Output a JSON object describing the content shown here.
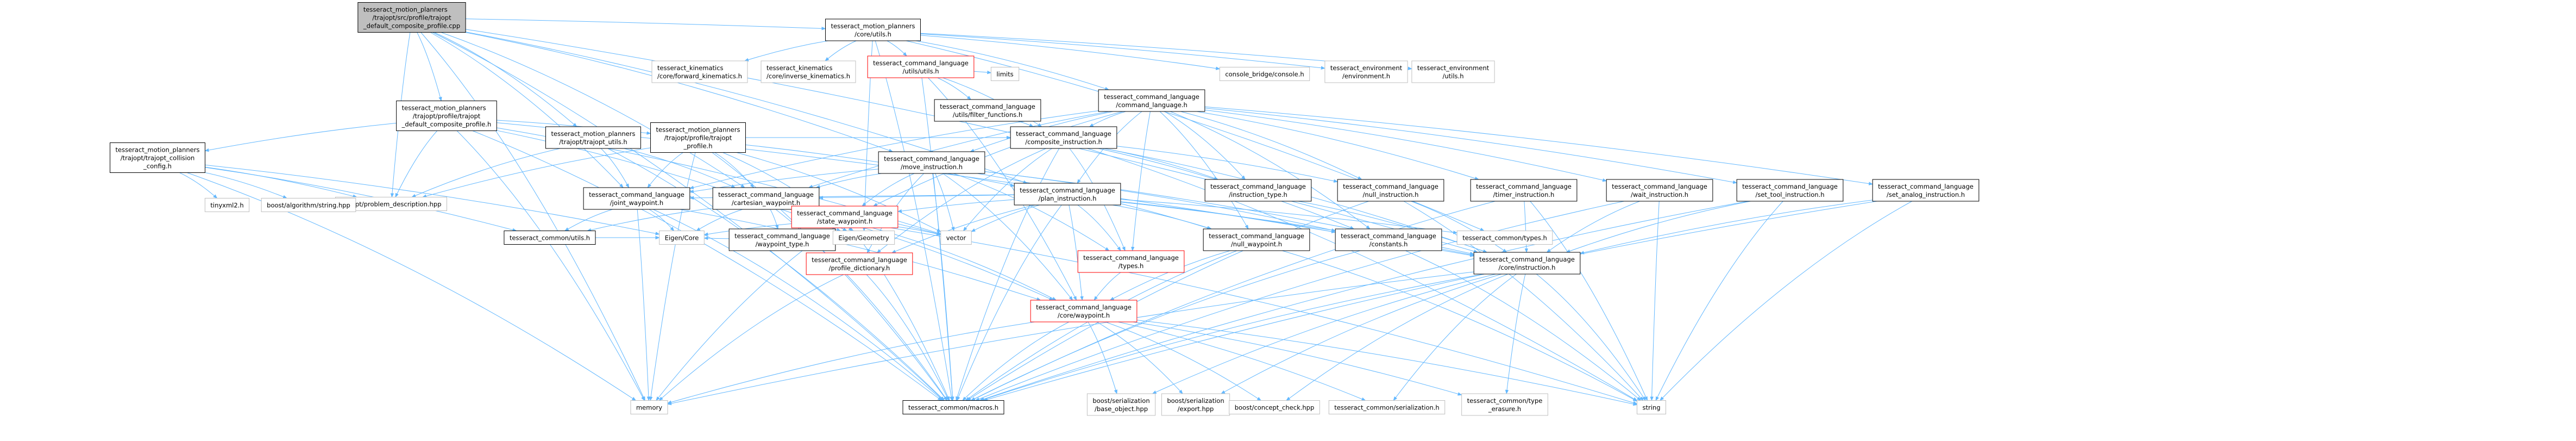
{
  "diagram": {
    "nodes": [
      {
        "id": "root",
        "lines": [
          "tesseract_motion_planners",
          "/trajopt/src/profile/trajopt",
          "_default_composite_profile.cpp"
        ],
        "style": "root"
      },
      {
        "id": "utils",
        "lines": [
          "tesseract_motion_planners",
          "/core/utils.h"
        ],
        "style": "normal"
      },
      {
        "id": "trajopt_def_comp",
        "lines": [
          "tesseract_motion_planners",
          "/trajopt/profile/trajopt",
          "_default_composite_profile.h"
        ],
        "style": "normal"
      },
      {
        "id": "trajopt_utils",
        "lines": [
          "tesseract_motion_planners",
          "/trajopt/trajopt_utils.h"
        ],
        "style": "normal"
      },
      {
        "id": "trajopt_profile",
        "lines": [
          "tesseract_motion_planners",
          "/trajopt/profile/trajopt",
          "_profile.h"
        ],
        "style": "normal"
      },
      {
        "id": "trajopt_collision",
        "lines": [
          "tesseract_motion_planners",
          "/trajopt/trajopt_collision",
          "_config.h"
        ],
        "style": "normal"
      },
      {
        "id": "problem_desc",
        "lines": [
          "trajopt/problem_description.hpp"
        ],
        "style": "gray"
      },
      {
        "id": "tinyxml2",
        "lines": [
          "tinyxml2.h"
        ],
        "style": "gray"
      },
      {
        "id": "boost_string",
        "lines": [
          "boost/algorithm/string.hpp"
        ],
        "style": "gray"
      },
      {
        "id": "fwd_kin",
        "lines": [
          "tesseract_kinematics",
          "/core/forward_kinematics.h"
        ],
        "style": "gray"
      },
      {
        "id": "inv_kin",
        "lines": [
          "tesseract_kinematics",
          "/core/inverse_kinematics.h"
        ],
        "style": "gray"
      },
      {
        "id": "cl_utils",
        "lines": [
          "tesseract_command_language",
          "/utils/utils.h"
        ],
        "style": "red"
      },
      {
        "id": "limits",
        "lines": [
          "limits"
        ],
        "style": "gray"
      },
      {
        "id": "filter_funcs",
        "lines": [
          "tesseract_command_language",
          "/utils/filter_functions.h"
        ],
        "style": "normal"
      },
      {
        "id": "cmd_lang",
        "lines": [
          "tesseract_command_language",
          "/command_language.h"
        ],
        "style": "normal"
      },
      {
        "id": "console",
        "lines": [
          "console_bridge/console.h"
        ],
        "style": "gray"
      },
      {
        "id": "env",
        "lines": [
          "tesseract_environment",
          "/environment.h"
        ],
        "style": "gray"
      },
      {
        "id": "env_utils",
        "lines": [
          "tesseract_environment",
          "/utils.h"
        ],
        "style": "gray"
      },
      {
        "id": "composite",
        "lines": [
          "tesseract_command_language",
          "/composite_instruction.h"
        ],
        "style": "normal"
      },
      {
        "id": "move",
        "lines": [
          "tesseract_command_language",
          "/move_instruction.h"
        ],
        "style": "normal"
      },
      {
        "id": "joint_wp",
        "lines": [
          "tesseract_command_language",
          "/joint_waypoint.h"
        ],
        "style": "normal"
      },
      {
        "id": "cart_wp",
        "lines": [
          "tesseract_command_language",
          "/cartesian_waypoint.h"
        ],
        "style": "normal"
      },
      {
        "id": "state_wp",
        "lines": [
          "tesseract_command_language",
          "/state_waypoint.h"
        ],
        "style": "red"
      },
      {
        "id": "plan",
        "lines": [
          "tesseract_command_language",
          "/plan_instruction.h"
        ],
        "style": "normal"
      },
      {
        "id": "instr_type",
        "lines": [
          "tesseract_command_language",
          "/instruction_type.h"
        ],
        "style": "normal"
      },
      {
        "id": "null_instr",
        "lines": [
          "tesseract_command_language",
          "/null_instruction.h"
        ],
        "style": "normal"
      },
      {
        "id": "timer_instr",
        "lines": [
          "tesseract_command_language",
          "/timer_instruction.h"
        ],
        "style": "normal"
      },
      {
        "id": "wait_instr",
        "lines": [
          "tesseract_command_language",
          "/wait_instruction.h"
        ],
        "style": "normal"
      },
      {
        "id": "set_tool",
        "lines": [
          "tesseract_command_language",
          "/set_tool_instruction.h"
        ],
        "style": "normal"
      },
      {
        "id": "set_analog",
        "lines": [
          "tesseract_command_language",
          "/set_analog_instruction.h"
        ],
        "style": "normal"
      },
      {
        "id": "tc_utils",
        "lines": [
          "tesseract_common/utils.h"
        ],
        "style": "normal"
      },
      {
        "id": "eigen_core",
        "lines": [
          "Eigen/Core"
        ],
        "style": "gray"
      },
      {
        "id": "wp_type",
        "lines": [
          "tesseract_command_language",
          "/waypoint_type.h"
        ],
        "style": "normal"
      },
      {
        "id": "eigen_geom",
        "lines": [
          "Eigen/Geometry"
        ],
        "style": "gray"
      },
      {
        "id": "vector",
        "lines": [
          "vector"
        ],
        "style": "gray"
      },
      {
        "id": "profile_dict",
        "lines": [
          "tesseract_command_language",
          "/profile_dictionary.h"
        ],
        "style": "red"
      },
      {
        "id": "types",
        "lines": [
          "tesseract_command_language",
          "/types.h"
        ],
        "style": "red"
      },
      {
        "id": "null_wp",
        "lines": [
          "tesseract_command_language",
          "/null_waypoint.h"
        ],
        "style": "normal"
      },
      {
        "id": "constants",
        "lines": [
          "tesseract_command_language",
          "/constants.h"
        ],
        "style": "normal"
      },
      {
        "id": "tc_types",
        "lines": [
          "tesseract_common/types.h"
        ],
        "style": "gray"
      },
      {
        "id": "core_instr",
        "lines": [
          "tesseract_command_language",
          "/core/instruction.h"
        ],
        "style": "normal"
      },
      {
        "id": "core_wp",
        "lines": [
          "tesseract_command_language",
          "/core/waypoint.h"
        ],
        "style": "red"
      },
      {
        "id": "memory",
        "lines": [
          "memory"
        ],
        "style": "gray"
      },
      {
        "id": "macros",
        "lines": [
          "tesseract_common/macros.h"
        ],
        "style": "normal"
      },
      {
        "id": "base_object",
        "lines": [
          "boost/serialization",
          "/base_object.hpp"
        ],
        "style": "gray"
      },
      {
        "id": "export",
        "lines": [
          "boost/serialization",
          "/export.hpp"
        ],
        "style": "gray"
      },
      {
        "id": "concept_check",
        "lines": [
          "boost/concept_check.hpp"
        ],
        "style": "gray"
      },
      {
        "id": "tc_serial",
        "lines": [
          "tesseract_common/serialization.h"
        ],
        "style": "gray"
      },
      {
        "id": "tc_typeerasure",
        "lines": [
          "tesseract_common/type",
          "_erasure.h"
        ],
        "style": "gray"
      },
      {
        "id": "string",
        "lines": [
          "string"
        ],
        "style": "gray"
      }
    ],
    "edges": [
      [
        "root",
        "utils"
      ],
      [
        "root",
        "trajopt_def_comp"
      ],
      [
        "root",
        "trajopt_utils"
      ],
      [
        "root",
        "problem_desc"
      ],
      [
        "root",
        "memory"
      ],
      [
        "root",
        "macros"
      ],
      [
        "root",
        "cart_wp"
      ],
      [
        "root",
        "joint_wp"
      ],
      [
        "root",
        "move"
      ],
      [
        "root",
        "plan"
      ],
      [
        "root",
        "core_instr"
      ],
      [
        "utils",
        "fwd_kin"
      ],
      [
        "utils",
        "inv_kin"
      ],
      [
        "utils",
        "cl_utils"
      ],
      [
        "utils",
        "cmd_lang"
      ],
      [
        "utils",
        "console"
      ],
      [
        "utils",
        "env"
      ],
      [
        "utils",
        "env_utils"
      ],
      [
        "utils",
        "macros"
      ],
      [
        "utils",
        "eigen_geom"
      ],
      [
        "utils",
        "tc_types"
      ],
      [
        "cl_utils",
        "limits"
      ],
      [
        "cl_utils",
        "filter_funcs"
      ],
      [
        "cl_utils",
        "composite"
      ],
      [
        "cl_utils",
        "macros"
      ],
      [
        "cl_utils",
        "core_wp"
      ],
      [
        "filter_funcs",
        "composite"
      ],
      [
        "cmd_lang",
        "composite"
      ],
      [
        "cmd_lang",
        "move"
      ],
      [
        "cmd_lang",
        "plan"
      ],
      [
        "cmd_lang",
        "state_wp"
      ],
      [
        "cmd_lang",
        "joint_wp"
      ],
      [
        "cmd_lang",
        "cart_wp"
      ],
      [
        "cmd_lang",
        "instr_type"
      ],
      [
        "cmd_lang",
        "null_instr"
      ],
      [
        "cmd_lang",
        "timer_instr"
      ],
      [
        "cmd_lang",
        "wait_instr"
      ],
      [
        "cmd_lang",
        "set_tool"
      ],
      [
        "cmd_lang",
        "set_analog"
      ],
      [
        "cmd_lang",
        "null_wp"
      ],
      [
        "cmd_lang",
        "constants"
      ],
      [
        "cmd_lang",
        "types"
      ],
      [
        "trajopt_def_comp",
        "trajopt_profile"
      ],
      [
        "trajopt_def_comp",
        "trajopt_collision"
      ],
      [
        "trajopt_def_comp",
        "problem_desc"
      ],
      [
        "trajopt_def_comp",
        "eigen_geom"
      ],
      [
        "trajopt_def_comp",
        "vector"
      ],
      [
        "trajopt_def_comp",
        "memory"
      ],
      [
        "trajopt_def_comp",
        "macros"
      ],
      [
        "trajopt_def_comp",
        "core_instr"
      ],
      [
        "trajopt_collision",
        "tinyxml2"
      ],
      [
        "trajopt_collision",
        "boost_string"
      ],
      [
        "trajopt_collision",
        "problem_desc"
      ],
      [
        "trajopt_collision",
        "memory"
      ],
      [
        "trajopt_collision",
        "tc_utils"
      ],
      [
        "trajopt_collision",
        "eigen_core"
      ],
      [
        "trajopt_utils",
        "problem_desc"
      ],
      [
        "trajopt_utils",
        "joint_wp"
      ],
      [
        "trajopt_utils",
        "cart_wp"
      ],
      [
        "trajopt_utils",
        "macros"
      ],
      [
        "trajopt_profile",
        "problem_desc"
      ],
      [
        "trajopt_profile",
        "joint_wp"
      ],
      [
        "trajopt_profile",
        "cart_wp"
      ],
      [
        "trajopt_profile",
        "plan"
      ],
      [
        "trajopt_profile",
        "composite"
      ],
      [
        "trajopt_profile",
        "vector"
      ],
      [
        "trajopt_profile",
        "memory"
      ],
      [
        "trajopt_profile",
        "macros"
      ],
      [
        "trajopt_profile",
        "eigen_geom"
      ],
      [
        "joint_wp",
        "tc_utils"
      ],
      [
        "joint_wp",
        "eigen_core"
      ],
      [
        "joint_wp",
        "memory"
      ],
      [
        "joint_wp",
        "macros"
      ],
      [
        "joint_wp",
        "core_wp"
      ],
      [
        "cart_wp",
        "eigen_core"
      ],
      [
        "cart_wp",
        "eigen_geom"
      ],
      [
        "cart_wp",
        "wp_type"
      ],
      [
        "cart_wp",
        "tc_utils"
      ],
      [
        "cart_wp",
        "macros"
      ],
      [
        "cart_wp",
        "core_wp"
      ],
      [
        "cart_wp",
        "vector"
      ],
      [
        "move",
        "joint_wp"
      ],
      [
        "move",
        "cart_wp"
      ],
      [
        "move",
        "state_wp"
      ],
      [
        "move",
        "null_wp"
      ],
      [
        "move",
        "constants"
      ],
      [
        "move",
        "types"
      ],
      [
        "move",
        "profile_dict"
      ],
      [
        "move",
        "vector"
      ],
      [
        "move",
        "core_instr"
      ],
      [
        "move",
        "core_wp"
      ],
      [
        "move",
        "macros"
      ],
      [
        "state_wp",
        "eigen_core"
      ],
      [
        "state_wp",
        "vector"
      ],
      [
        "state_wp",
        "macros"
      ],
      [
        "state_wp",
        "core_wp"
      ],
      [
        "state_wp",
        "memory"
      ],
      [
        "state_wp",
        "string"
      ],
      [
        "plan",
        "joint_wp"
      ],
      [
        "plan",
        "cart_wp"
      ],
      [
        "plan",
        "state_wp"
      ],
      [
        "plan",
        "null_wp"
      ],
      [
        "plan",
        "constants"
      ],
      [
        "plan",
        "types"
      ],
      [
        "plan",
        "profile_dict"
      ],
      [
        "plan",
        "vector"
      ],
      [
        "plan",
        "core_instr"
      ],
      [
        "plan",
        "core_wp"
      ],
      [
        "plan",
        "macros"
      ],
      [
        "plan",
        "tc_types"
      ],
      [
        "composite",
        "core_instr"
      ],
      [
        "composite",
        "null_instr"
      ],
      [
        "composite",
        "instr_type"
      ],
      [
        "composite",
        "constants"
      ],
      [
        "composite",
        "types"
      ],
      [
        "composite",
        "profile_dict"
      ],
      [
        "composite",
        "macros"
      ],
      [
        "composite",
        "vector"
      ],
      [
        "composite",
        "string"
      ],
      [
        "null_instr",
        "core_instr"
      ],
      [
        "null_instr",
        "macros"
      ],
      [
        "null_instr",
        "string"
      ],
      [
        "timer_instr",
        "core_instr"
      ],
      [
        "timer_instr",
        "macros"
      ],
      [
        "timer_instr",
        "string"
      ],
      [
        "wait_instr",
        "core_instr"
      ],
      [
        "wait_instr",
        "macros"
      ],
      [
        "wait_instr",
        "string"
      ],
      [
        "set_tool",
        "core_instr"
      ],
      [
        "set_tool",
        "macros"
      ],
      [
        "set_tool",
        "string"
      ],
      [
        "set_analog",
        "core_instr"
      ],
      [
        "set_analog",
        "macros"
      ],
      [
        "set_analog",
        "string"
      ],
      [
        "instr_type",
        "core_instr"
      ],
      [
        "profile_dict",
        "macros"
      ],
      [
        "profile_dict",
        "memory"
      ],
      [
        "types",
        "core_wp"
      ],
      [
        "null_wp",
        "core_wp"
      ],
      [
        "null_wp",
        "macros"
      ],
      [
        "null_wp",
        "string"
      ],
      [
        "constants",
        "macros"
      ],
      [
        "constants",
        "string"
      ],
      [
        "core_instr",
        "macros"
      ],
      [
        "core_instr",
        "base_object"
      ],
      [
        "core_instr",
        "export"
      ],
      [
        "core_instr",
        "concept_check"
      ],
      [
        "core_instr",
        "tc_serial"
      ],
      [
        "core_instr",
        "tc_typeerasure"
      ],
      [
        "core_instr",
        "string"
      ],
      [
        "core_instr",
        "memory"
      ],
      [
        "core_wp",
        "macros"
      ],
      [
        "core_wp",
        "base_object"
      ],
      [
        "core_wp",
        "export"
      ],
      [
        "core_wp",
        "concept_check"
      ],
      [
        "core_wp",
        "tc_serial"
      ],
      [
        "core_wp",
        "tc_typeerasure"
      ],
      [
        "core_wp",
        "string"
      ],
      [
        "core_wp",
        "memory"
      ],
      [
        "tc_utils",
        "eigen_core"
      ],
      [
        "wp_type",
        "eigen_core"
      ]
    ]
  }
}
